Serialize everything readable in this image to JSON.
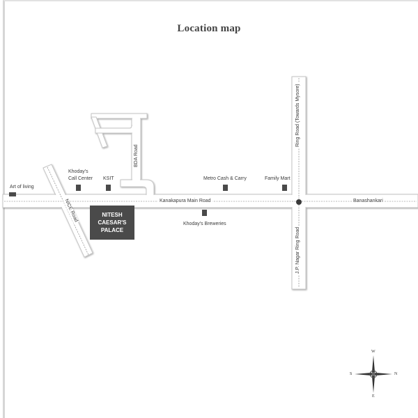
{
  "title": "Location map",
  "project": {
    "name_lines": [
      "NITESH",
      "CAESAR'S",
      "PALACE"
    ],
    "color": "#4a4a4a"
  },
  "roads": {
    "main": "Kanakapura Main Road",
    "east": "Banashankari",
    "ring_north": "Ring Road (Towards Mysore)",
    "ring_south": "J.P. Nagar Ring Road",
    "nice": "NICE Road",
    "bda": "BDA Road"
  },
  "landmarks": {
    "art_of_living": "Art of living",
    "khodays_call_center_1": "Khoday's",
    "khodays_call_center_2": "Call Center",
    "ksit": "KSIT",
    "metro": "Metro Cash & Carry",
    "family_mart": "Family Mart",
    "khodays_breweries": "Khoday's Breweries"
  },
  "compass": {
    "top": "W",
    "bottom": "E",
    "left": "S",
    "right": "N"
  },
  "colors": {
    "road_fill": "#ffffff",
    "road_edge": "#bdbdbd",
    "poi": "#4a4a4a",
    "junction": "#3a3a3a"
  }
}
